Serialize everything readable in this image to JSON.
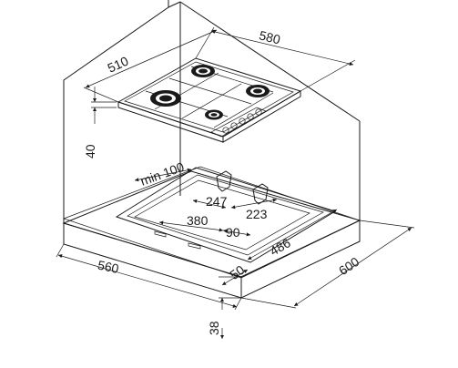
{
  "diagram": {
    "labels": {
      "hob_width": "580",
      "hob_depth": "510",
      "hob_height": "40",
      "min_clearance": "min 100",
      "cut_gap_a": "247",
      "cut_gap_b": "223",
      "cut_depth_a": "380",
      "cut_depth_b": "90",
      "cutout_depth": "486",
      "cutout_width": "560",
      "front_margin": "50",
      "worktop_depth": "600",
      "worktop_thickness": "38"
    },
    "colors": {
      "line": "#1a1a1a",
      "shade": "#d9d9d9",
      "burner_ring": "#ffffff"
    }
  }
}
